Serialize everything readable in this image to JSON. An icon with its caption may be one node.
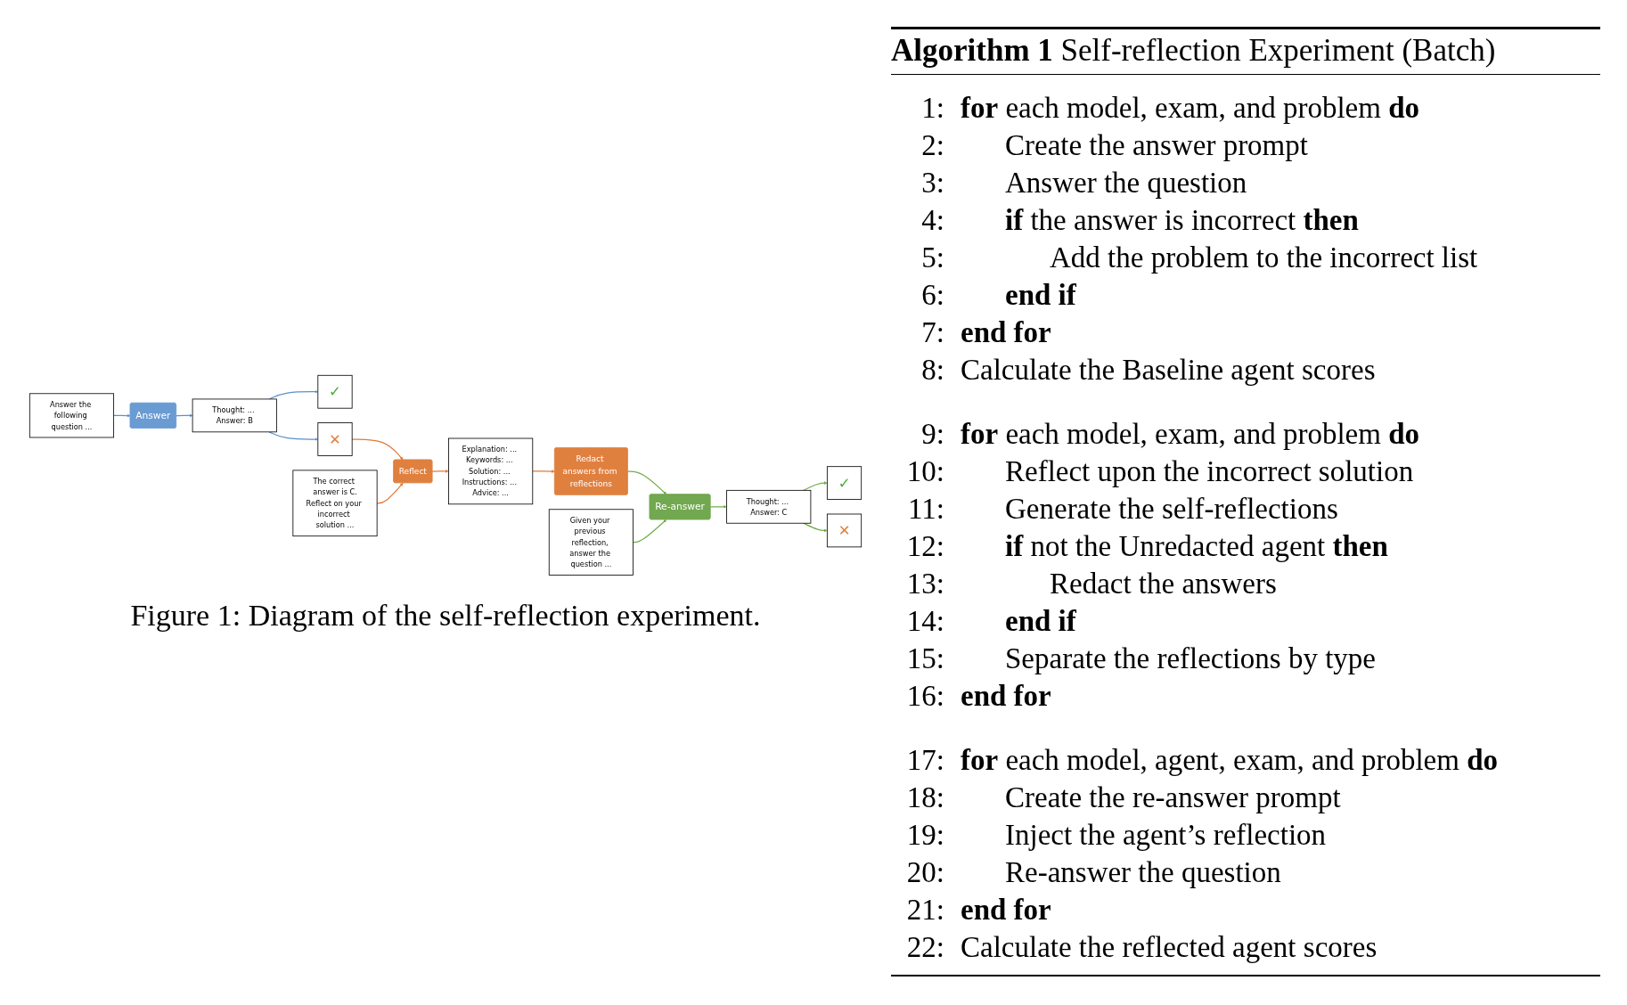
{
  "diagram": {
    "caption": "Figure 1: Diagram of the self-reflection experiment.",
    "nodes": [
      {
        "text": [
          "Answer the following question ..."
        ]
      },
      {
        "text": [
          "Answer"
        ]
      },
      {
        "text": [
          "Thought: ... Answer: B"
        ]
      },
      {
        "text": [
          "✓"
        ]
      },
      {
        "text": [
          "✕"
        ]
      },
      {
        "text": [
          "The correct answer is C.",
          "Reflect on your incorrect solution ..."
        ]
      },
      {
        "text": [
          "Reflect"
        ]
      },
      {
        "text": [
          "Explanation: ... Keywords: ... Solution: ... Instructions: ... Advice: ..."
        ]
      },
      {
        "text": [
          "Redact answers from reflections"
        ]
      },
      {
        "text": [
          "Given your previous reflection, answer the question ..."
        ]
      },
      {
        "text": [
          "Re-answer"
        ]
      },
      {
        "text": [
          "Thought: ... Answer: C"
        ]
      },
      {
        "text": [
          "✓"
        ]
      },
      {
        "text": [
          "✕"
        ]
      }
    ],
    "edges": [
      {
        "from": 0,
        "to": 1,
        "arrow": "to",
        "color": "#5b8fd0"
      },
      {
        "from": 1,
        "to": 2,
        "arrow": "to",
        "color": "#5b8fd0"
      },
      {
        "from": 2,
        "to": 3,
        "arrow": "to",
        "color": "#5b8fd0"
      },
      {
        "from": 2,
        "to": 4,
        "arrow": "to",
        "color": "#5b8fd0"
      },
      {
        "from": 4,
        "to": 6,
        "arrow": "to",
        "color": "#e07b39"
      },
      {
        "from": 5,
        "to": 6,
        "arrow": "to",
        "color": "#e07b39"
      },
      {
        "from": 6,
        "to": 7,
        "arrow": "to",
        "color": "#e07b39"
      },
      {
        "from": 7,
        "to": 8,
        "arrow": "to",
        "color": "#e07b39"
      },
      {
        "from": 8,
        "to": 10,
        "arrow": "to",
        "color": "#70ad47"
      },
      {
        "from": 9,
        "to": 10,
        "arrow": "to",
        "color": "#70ad47"
      },
      {
        "from": 10,
        "to": 11,
        "arrow": "to",
        "color": "#70ad47"
      },
      {
        "from": 11,
        "to": 12,
        "arrow": "to",
        "color": "#70ad47"
      },
      {
        "from": 11,
        "to": 13,
        "arrow": "to",
        "color": "#70ad47"
      }
    ],
    "labels": [
      "**Algorithm 1** Self-reflection Experiment (Batch)",
      "1: **for** each model, exam, and problem **do**",
      "2: Create the answer prompt",
      "3: Answer the question",
      "4: **if** the answer is incorrect **then**",
      "5: Add the problem to the incorrect list",
      "6: **end if**",
      "7: **end for**",
      "8: Calculate the Baseline agent scores",
      "9: **for** each model, exam, and problem **do**",
      "10: Reflect upon the incorrect solution",
      "11: Generate the self-reflections",
      "12: **if** not the Unredacted agent **then**",
      "13: Redact the answers",
      "14: **end if**",
      "15: Separate the reflections by type",
      "16: **end for**",
      "17: **for** each model, agent, exam, and problem **do**",
      "18: Create the re-answer prompt",
      "19: Inject the agent’s reflection",
      "20: Re-answer the question",
      "21: **end for**",
      "22: Calculate the reflected agent scores"
    ]
  }
}
